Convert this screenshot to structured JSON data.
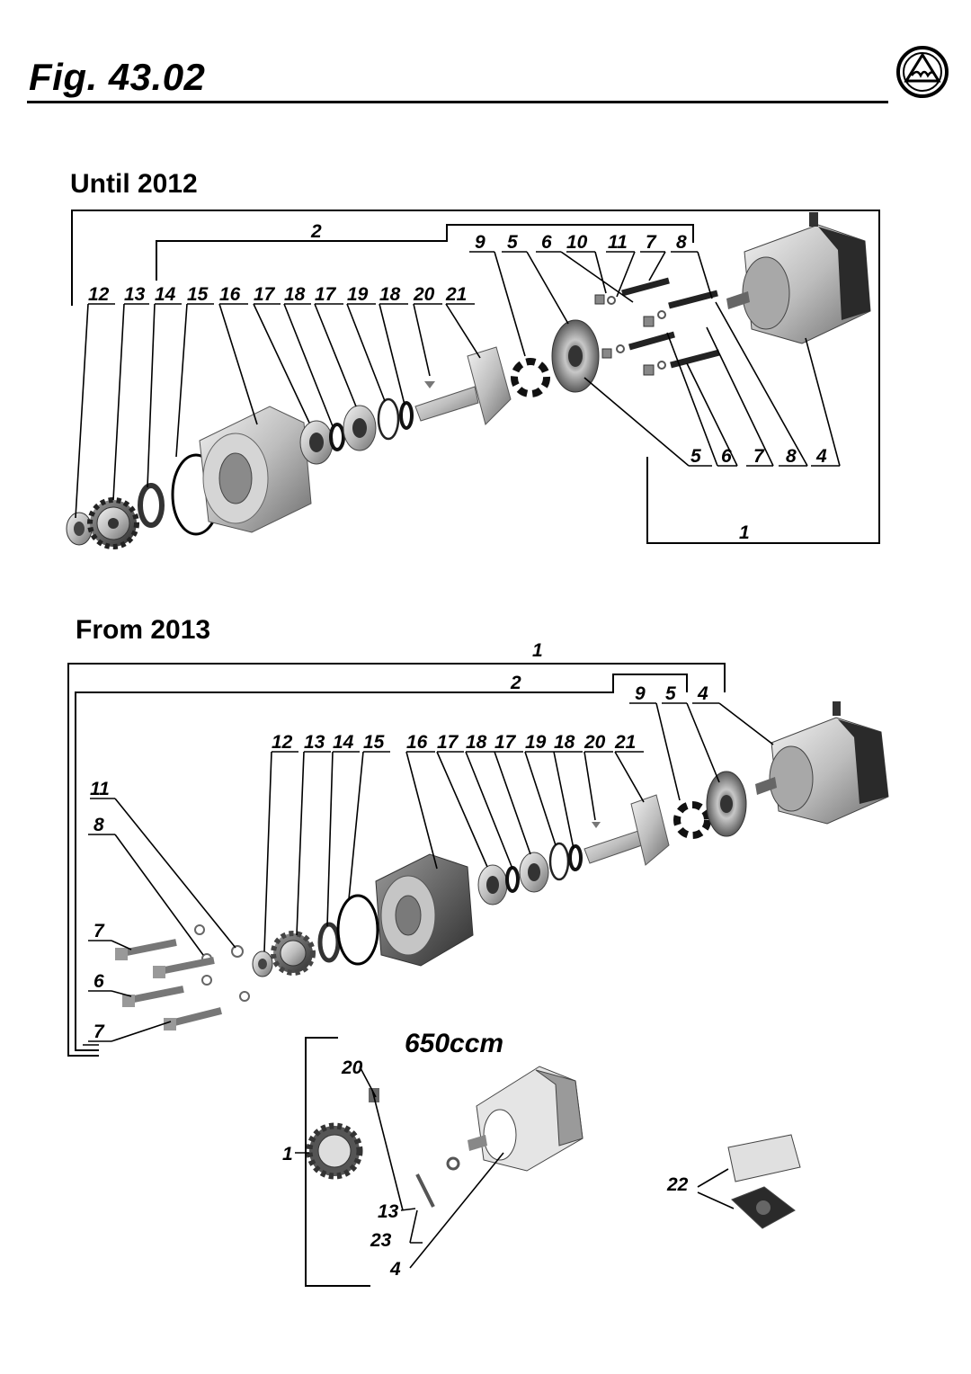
{
  "page": {
    "figure_title": "Fig. 43.02",
    "logo_icon": "ural-triangle-logo-icon"
  },
  "section_until_2012": {
    "heading": "Until 2012",
    "labels": {
      "n1": "1",
      "n2": "2",
      "n9": "9",
      "n5": "5",
      "n6": "6",
      "n10": "10",
      "n11": "11",
      "n7": "7",
      "n8": "8",
      "n12": "12",
      "n13": "13",
      "n14": "14",
      "n15": "15",
      "n16": "16",
      "n17a": "17",
      "n18a": "18",
      "n17b": "17",
      "n19": "19",
      "n18b": "18",
      "n20": "20",
      "n21": "21",
      "b5": "5",
      "b6": "6",
      "b7": "7",
      "b8": "8",
      "b4": "4"
    }
  },
  "section_from_2013": {
    "heading": "From 2013",
    "labels": {
      "n1": "1",
      "n2": "2",
      "n9": "9",
      "n5": "5",
      "n4": "4",
      "n12": "12",
      "n13": "13",
      "n14": "14",
      "n15": "15",
      "n16": "16",
      "n17a": "17",
      "n18a": "18",
      "n17b": "17",
      "n19": "19",
      "n18b": "18",
      "n20": "20",
      "n21": "21",
      "n11": "11",
      "n8": "8",
      "n7a": "7",
      "n6": "6",
      "n7b": "7"
    }
  },
  "section_650": {
    "label": "650ccm",
    "labels": {
      "n20": "20",
      "n1": "1",
      "n13": "13",
      "n23": "23",
      "n4": "4",
      "n22": "22"
    }
  }
}
